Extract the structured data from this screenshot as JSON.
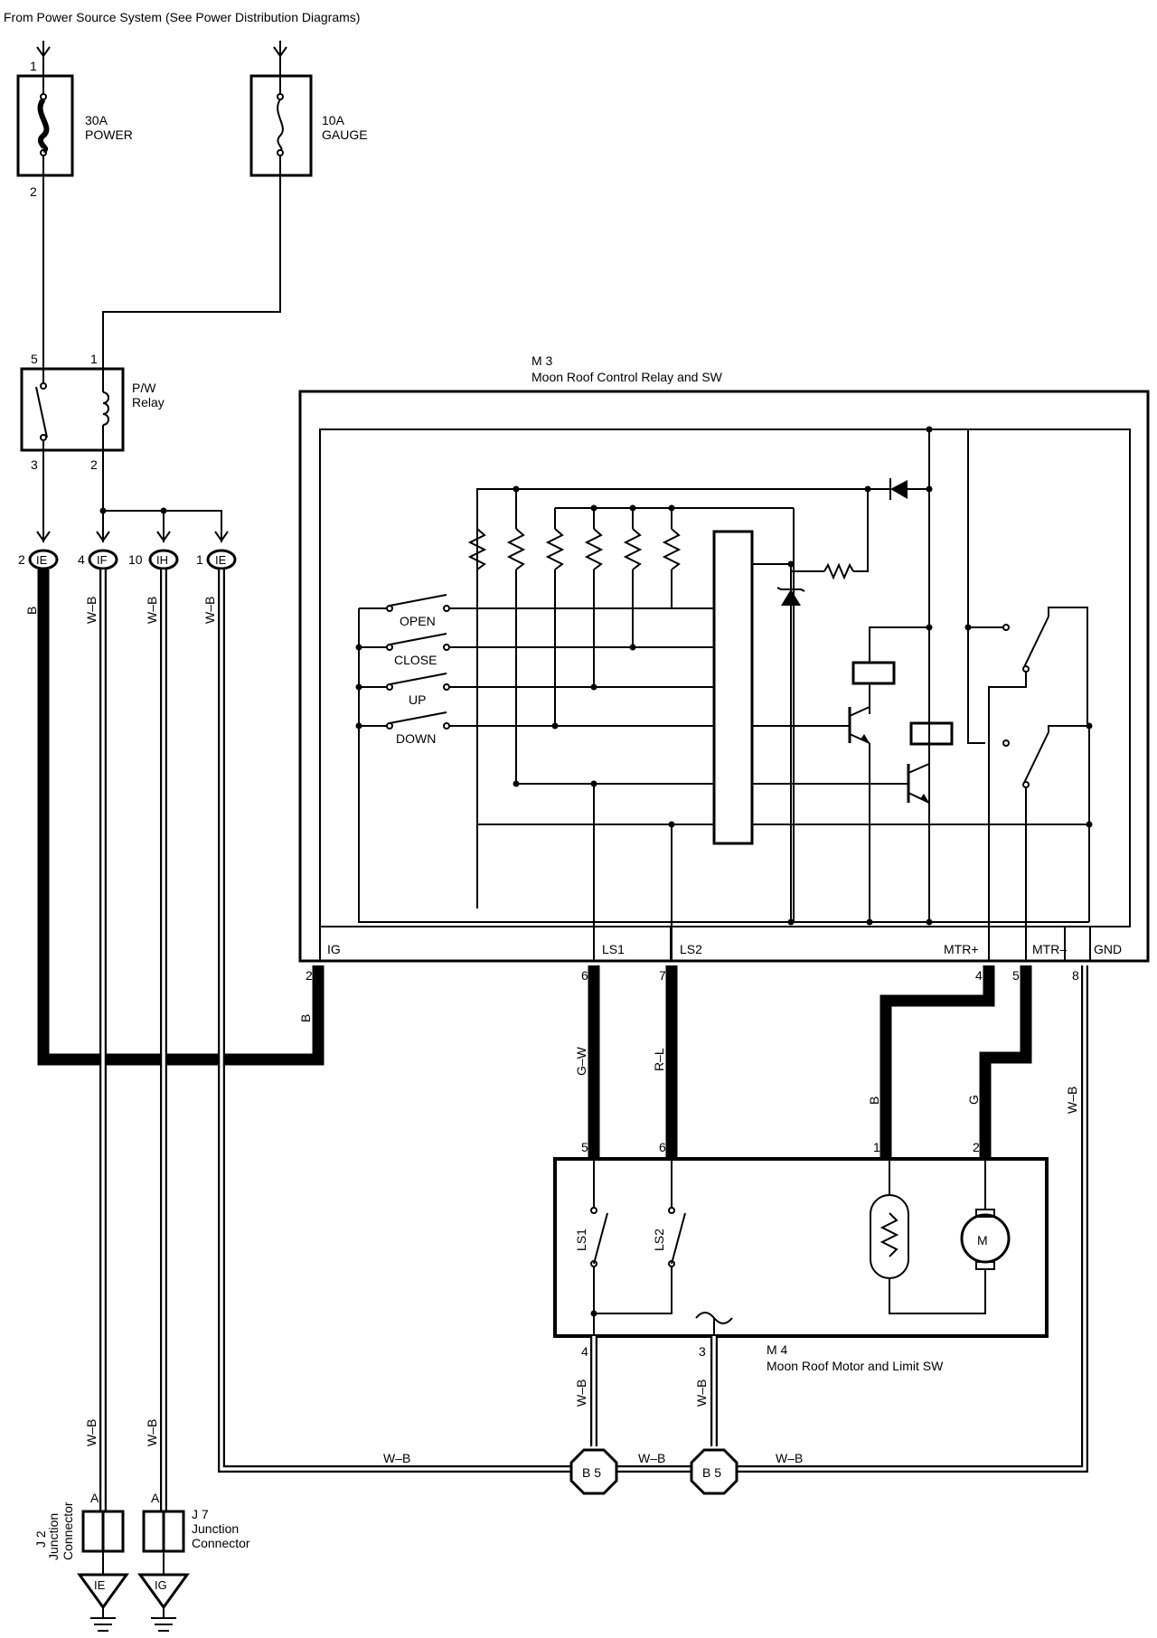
{
  "header": {
    "source": "From Power Source System  (See Power Distribution Diagrams)"
  },
  "fuses": [
    {
      "amp": "30A",
      "name": "POWER",
      "pin_in": "1",
      "pin_out": "2"
    },
    {
      "amp": "10A",
      "name": "GAUGE"
    }
  ],
  "pw_relay": {
    "label_line1": "P/W",
    "label_line2": "Relay",
    "pins": [
      "5",
      "1",
      "3",
      "2"
    ]
  },
  "connectors": [
    {
      "id": "IE",
      "pin": "2",
      "wire": "B"
    },
    {
      "id": "IF",
      "pin": "4",
      "wire": "W–B"
    },
    {
      "id": "IH",
      "pin": "10",
      "wire": "W–B"
    },
    {
      "id": "IE",
      "pin": "1",
      "wire": "W–B"
    }
  ],
  "m3": {
    "code": "M 3",
    "name": "Moon Roof Control Relay and SW",
    "switches": [
      "OPEN",
      "CLOSE",
      "UP",
      "DOWN"
    ],
    "terminals": [
      {
        "label": "IG",
        "pin": "2"
      },
      {
        "label": "LS1",
        "pin": "6"
      },
      {
        "label": "LS2",
        "pin": "7"
      },
      {
        "label": "MTR+",
        "pin": "4"
      },
      {
        "label": "MTR–",
        "pin": "5"
      },
      {
        "label": "GND",
        "pin": "8"
      }
    ]
  },
  "wires": {
    "ig_feed": "B",
    "ls1": "G–W",
    "ls2": "R–L",
    "mtr_plus": "B",
    "mtr_minus": "G",
    "gnd": "W–B",
    "m4_pin4": "W–B",
    "m4_pin3": "W–B",
    "bus_left": "W–B",
    "bus_mid": "W–B",
    "bus_right": "W–B",
    "j2_drop": "W–B",
    "j7_drop": "W–B"
  },
  "m4": {
    "code": "M 4",
    "name": "Moon Roof Motor and Limit SW",
    "pins_top": [
      "5",
      "6",
      "1",
      "2"
    ],
    "pins_bottom": [
      "4",
      "3"
    ],
    "switch_labels": [
      "LS1",
      "LS2"
    ],
    "motor_symbol": "M"
  },
  "splices": [
    "B 5",
    "B 5"
  ],
  "junctions": [
    {
      "code": "J 2",
      "line1": "Junction",
      "line2": "Connector",
      "pin": "A",
      "ground": "IE"
    },
    {
      "code": "J 7",
      "line1": "Junction",
      "line2": "Connector",
      "pin": "A",
      "ground": "IG"
    }
  ]
}
